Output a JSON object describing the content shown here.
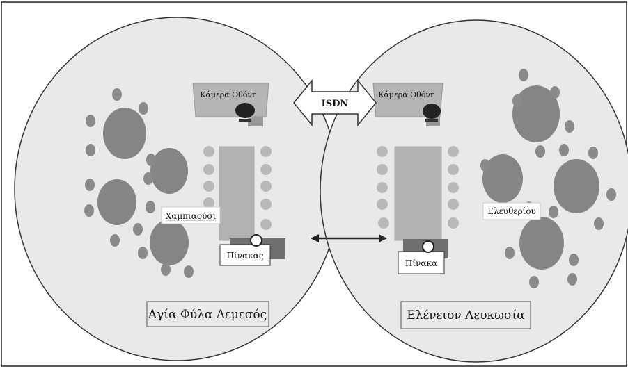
{
  "diagram": {
    "left_site": {
      "location_label": "Αγία Φύλα Λεμεσός",
      "person_label": "Χαμπιαούσι",
      "board_label": "Πίνακας",
      "camera_label": "Κάμερα Οθόνη"
    },
    "right_site": {
      "location_label": "Ελένειον Λευκωσία",
      "person_label": "Ελευθερίου",
      "board_label": "Πίνακα",
      "camera_label": "Κάμερα Οθόνη"
    },
    "link_label": "ISDN"
  }
}
